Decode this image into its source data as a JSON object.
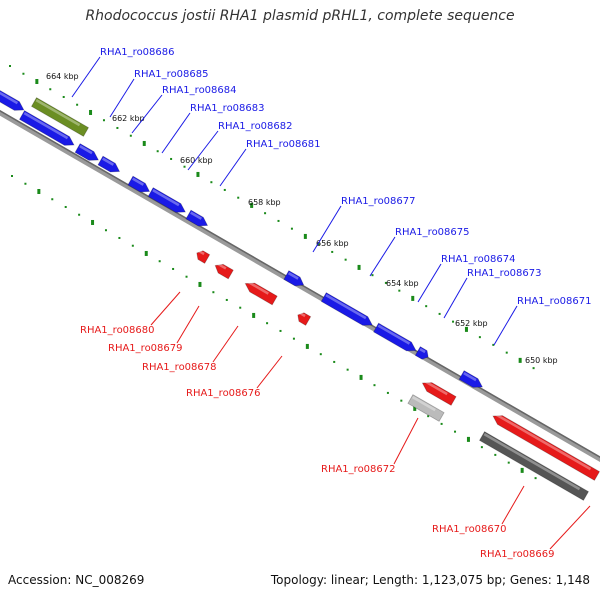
{
  "title": "Rhodococcus jostii RHA1 plasmid pRHL1, complete sequence",
  "footer": {
    "accession": "Accession: NC_008269",
    "topology": "Topology: linear; Length: 1,123,075 bp; Genes: 1,148"
  },
  "colors": {
    "forward_gene": "#1a1ae6",
    "reverse_gene": "#e61a1a",
    "highlight_gene": "#6b8e23",
    "pseudo_gene": "#555555",
    "ghost_gene": "#bbbbbb",
    "backbone": "#777777",
    "ruler": "#1a8a1a"
  },
  "ruler_labels": [
    "664 kbp",
    "662 kbp",
    "660 kbp",
    "658 kbp",
    "656 kbp",
    "654 kbp",
    "652 kbp",
    "650 kbp"
  ],
  "forward_labels": [
    "RHA1_ro08686",
    "RHA1_ro08685",
    "RHA1_ro08684",
    "RHA1_ro08683",
    "RHA1_ro08682",
    "RHA1_ro08681",
    "RHA1_ro08677",
    "RHA1_ro08675",
    "RHA1_ro08674",
    "RHA1_ro08673",
    "RHA1_ro08671"
  ],
  "reverse_labels": [
    "RHA1_ro08680",
    "RHA1_ro08679",
    "RHA1_ro08678",
    "RHA1_ro08676",
    "RHA1_ro08672",
    "RHA1_ro08670",
    "RHA1_ro08669"
  ]
}
